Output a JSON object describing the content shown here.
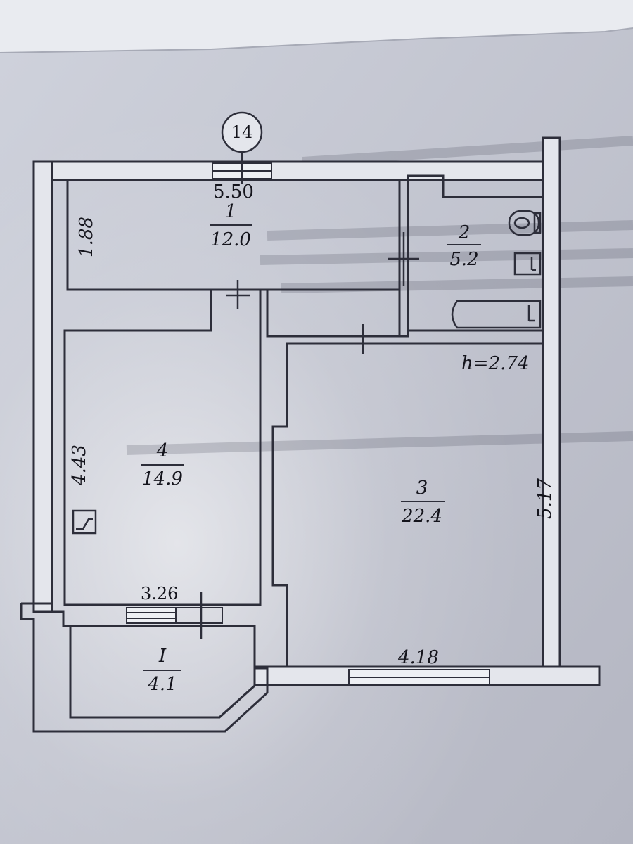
{
  "axis_marker": "14",
  "ceiling_height": "h=2.74",
  "rooms": [
    {
      "number": "1",
      "area": "12.0"
    },
    {
      "number": "2",
      "area": "5.2"
    },
    {
      "number": "3",
      "area": "22.4"
    },
    {
      "number": "4",
      "area": "14.9"
    },
    {
      "number": "I",
      "area": "4.1"
    }
  ],
  "dimensions": {
    "room1_width": "5.50",
    "room1_depth": "1.88",
    "room4_depth": "4.43",
    "room3_depth": "5.17",
    "room3_width": "4.18",
    "room4_width": "3.26"
  },
  "colors": {
    "paper": "#d9dce6",
    "ink": "#3a3b48",
    "frame": "#2d2e3a"
  }
}
